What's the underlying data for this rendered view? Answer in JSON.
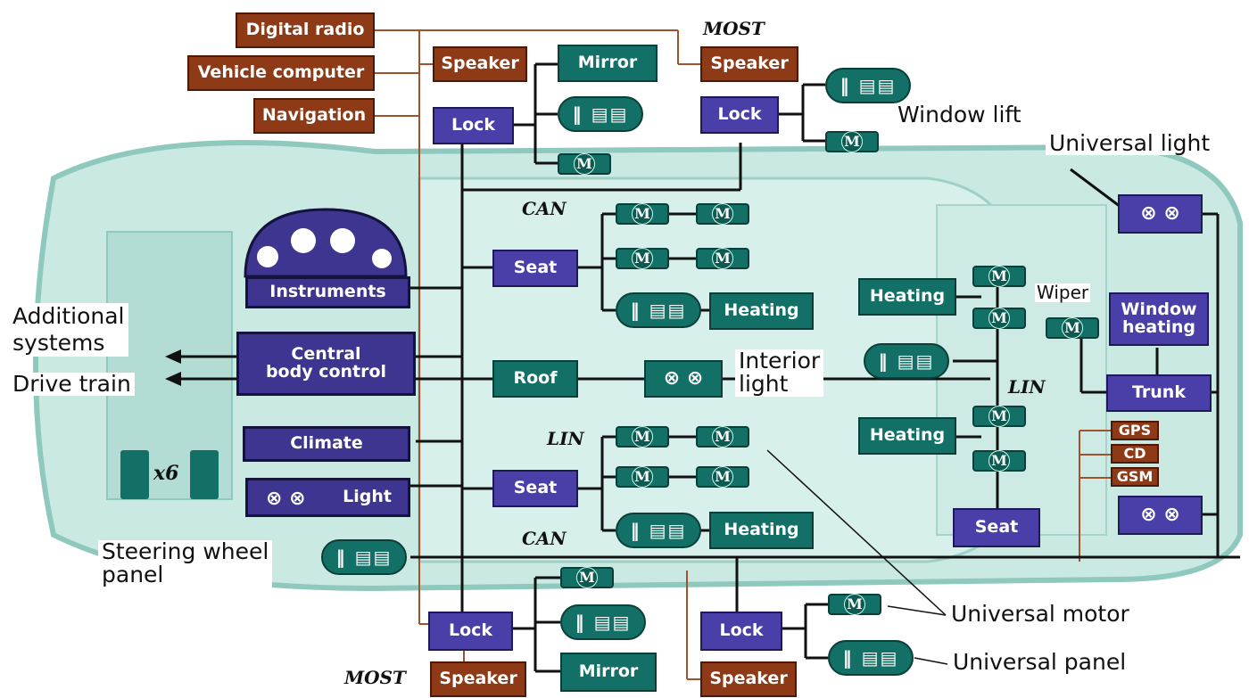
{
  "bus_labels": {
    "most_top": "MOST",
    "most_bottom": "MOST",
    "can_top": "CAN",
    "can_bottom": "CAN",
    "lin_left": "LIN",
    "lin_right": "LIN"
  },
  "multimedia": {
    "digital_radio": "Digital radio",
    "vehicle_computer": "Vehicle computer",
    "navigation": "Navigation"
  },
  "front": {
    "speaker_left": "Speaker",
    "mirror": "Mirror",
    "lock_left": "Lock",
    "speaker_right": "Speaker",
    "lock_right": "Lock",
    "window_lift": "Window lift"
  },
  "dashboard": {
    "instruments": "Instruments",
    "central_body_control": "Central\nbody control",
    "climate": "Climate",
    "light": "Light",
    "steering_wheel_panel": "Steering wheel\npanel"
  },
  "left_labels": {
    "additional_systems": "Additional\nsystems",
    "drive_train": "Drive train",
    "x6": "x6"
  },
  "center": {
    "seat_front": "Seat",
    "heating_front": "Heating",
    "roof": "Roof",
    "interior_light": "Interior\nlight",
    "seat_rear": "Seat",
    "heating_rear": "Heating"
  },
  "right": {
    "universal_light": "Universal light",
    "heating_top": "Heating",
    "heating_bottom": "Heating",
    "wiper": "Wiper",
    "window_heating": "Window\nheating",
    "trunk": "Trunk",
    "gps": "GPS",
    "cd": "CD",
    "gsm": "GSM",
    "seat": "Seat"
  },
  "rear": {
    "lock_left": "Lock",
    "speaker_left": "Speaker",
    "mirror": "Mirror",
    "lock_right": "Lock",
    "speaker_right": "Speaker"
  },
  "callouts": {
    "universal_motor": "Universal motor",
    "universal_panel": "Universal panel"
  },
  "icons": {
    "motor": "M",
    "lamp": "lamp-icon",
    "panel": "switch-panel-icon"
  },
  "colors": {
    "ecu": "#4a3fa8",
    "multimedia": "#8e3a16",
    "peripheral": "#127066",
    "car_body": "#bfe4dd",
    "bus_line": "#111111",
    "most_line": "#a0522d"
  }
}
